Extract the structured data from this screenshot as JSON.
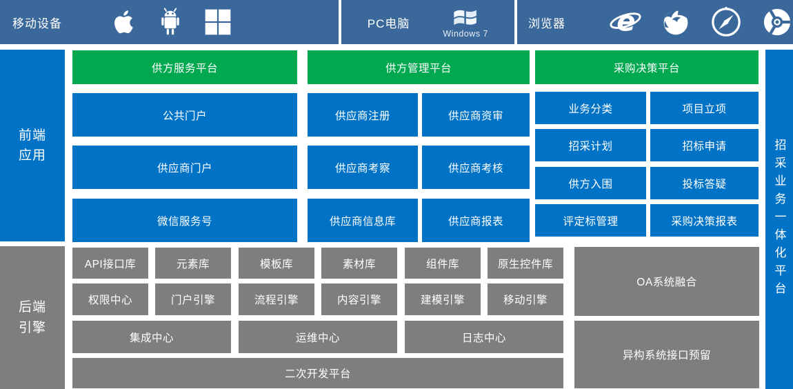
{
  "colors": {
    "top_bar_blue": "#3B689B",
    "primary_blue": "#0073C6",
    "green": "#00A84F",
    "gray": "#7E7E7E",
    "text": "#FFFFFF"
  },
  "top_bar": {
    "mobile": {
      "label": "移动设备",
      "icons": [
        "apple-icon",
        "android-icon",
        "windows-icon"
      ]
    },
    "pc": {
      "label": "PC电脑",
      "icons": [
        "windows7-logo"
      ],
      "logo_caption": "Windows 7"
    },
    "browser": {
      "label": "浏览器",
      "icons": [
        "ie-icon",
        "firefox-icon",
        "safari-icon",
        "chrome-icon"
      ]
    }
  },
  "sidebars": {
    "frontend": "前端应用",
    "backend": "后端引擎"
  },
  "right_bar": {
    "label": "招采业务一体化平台"
  },
  "frontend": {
    "columns": [
      {
        "header": "供方服务平台",
        "boxes": [
          "公共门户",
          "供应商门户",
          "微信服务号"
        ]
      },
      {
        "header": "供方管理平台",
        "boxes": [
          "供应商注册",
          "供应商资审",
          "供应商考察",
          "供应商考核",
          "供应商信息库",
          "供应商报表"
        ]
      },
      {
        "header": "采购决策平台",
        "boxes": [
          "业务分类",
          "项目立项",
          "招采计划",
          "招标申请",
          "供方入围",
          "投标答疑",
          "评定标管理",
          "采购决策报表"
        ]
      }
    ]
  },
  "backend": {
    "libraries": [
      "API接口库",
      "元素库",
      "模板库",
      "素材库",
      "组件库",
      "原生控件库"
    ],
    "engines": [
      "权限中心",
      "门户引擎",
      "流程引擎",
      "内容引擎",
      "建模引擎",
      "移动引擎"
    ],
    "centers": [
      "集成中心",
      "运维中心",
      "日志中心"
    ],
    "platform": "二次开发平台",
    "integration": [
      "OA系统融合",
      "异构系统接口预留"
    ]
  }
}
